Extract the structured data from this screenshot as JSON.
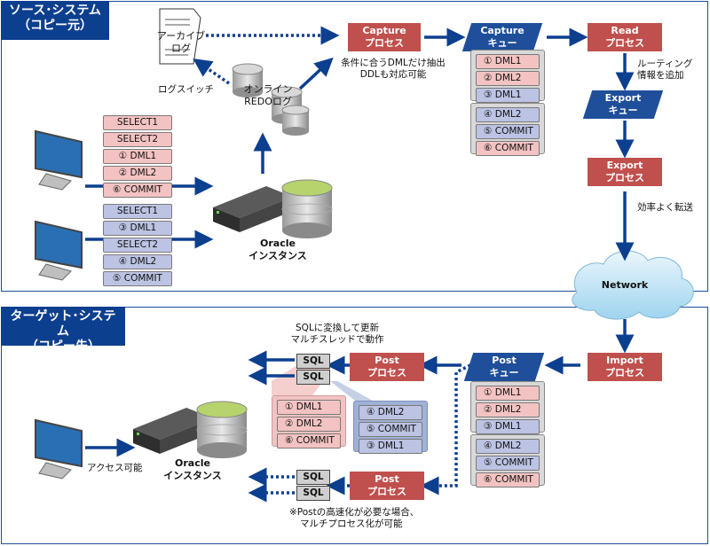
{
  "source": {
    "title": "ソース･システム",
    "subtitle": "（コピー元）",
    "archive_log": [
      "アーカイブ",
      "ログ"
    ],
    "log_switch": "ログスイッチ",
    "online_redo": [
      "オンライン",
      "REDOログ"
    ],
    "capture_process": [
      "Capture",
      "プロセス"
    ],
    "capture_note": [
      "条件に合うDMLだけ抽出",
      "DDLも対応可能"
    ],
    "capture_queue": [
      "Capture",
      "キュー"
    ],
    "read_process": [
      "Read",
      "プロセス"
    ],
    "routing_note": [
      "ルーティング",
      "情報を追加"
    ],
    "export_queue": [
      "Export",
      "キュー"
    ],
    "export_process": [
      "Export",
      "プロセス"
    ],
    "transfer_note": "効率よく転送",
    "client1_items": [
      "SELECT1",
      "SELECT2",
      "① DML1",
      "② DML2",
      "⑥ COMMIT"
    ],
    "client2_items": [
      "SELECT1",
      "③ DML1",
      "SELECT2",
      "④ DML2",
      "⑤ COMMIT"
    ],
    "oracle_instance": [
      "Oracle",
      "インスタンス"
    ],
    "capture_queue_group1": [
      "① DML1",
      "② DML2",
      "③ DML1"
    ],
    "capture_queue_group2": [
      "④ DML2",
      "⑤ COMMIT",
      "⑥ COMMIT"
    ]
  },
  "network": "Network",
  "target": {
    "title": "ターゲット･システム",
    "subtitle": "（コピー先）",
    "import_process": [
      "Import",
      "プロセス"
    ],
    "post_queue": [
      "Post",
      "キュー"
    ],
    "post_queue_group1": [
      "① DML1",
      "② DML2",
      "③ DML1"
    ],
    "post_queue_group2": [
      "④ DML2",
      "⑤ COMMIT",
      "⑥ COMMIT"
    ],
    "post_process_1": [
      "Post",
      "プロセス"
    ],
    "post_process_2": [
      "Post",
      "プロセス"
    ],
    "sql_note": [
      "SQLに変換して更新",
      "マルチスレッドで動作"
    ],
    "sql_label": "SQL",
    "thread_red_items": [
      "① DML1",
      "② DML2",
      "⑥ COMMIT"
    ],
    "thread_blue_items": [
      "④ DML2",
      "⑤ COMMIT",
      "③ DML1"
    ],
    "oracle_instance": [
      "Oracle",
      "インスタンス"
    ],
    "access_note": "アクセス可能",
    "multi_note": [
      "※Postの高速化が必要な場合、",
      "マルチプロセス化が可能"
    ]
  },
  "colors": {
    "process": "#c0504d",
    "queue": "#1f4f9a",
    "arrow": "#0d3f8f",
    "item_red": "#f2c3c2",
    "item_blue": "#bcc3e3"
  }
}
